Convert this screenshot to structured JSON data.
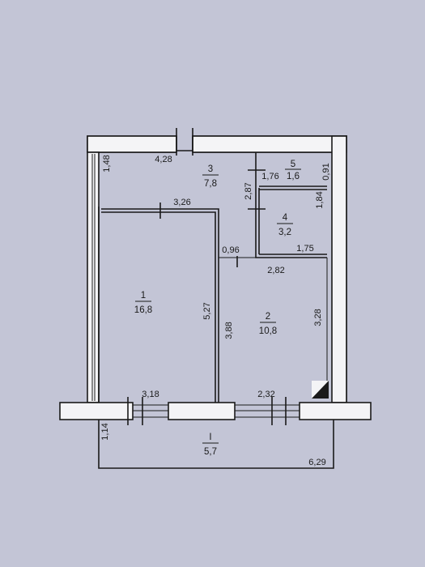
{
  "rooms": [
    {
      "number": "1",
      "area": "16,8"
    },
    {
      "number": "2",
      "area": "10,8"
    },
    {
      "number": "3",
      "area": "7,8"
    },
    {
      "number": "4",
      "area": "3,2"
    },
    {
      "number": "5",
      "area": "1,6"
    },
    {
      "number": "I",
      "area": "5,7"
    }
  ],
  "dimensions": {
    "top_width": "4,28",
    "left_upper": "1,48",
    "room1_width": "3,26",
    "room1_height": "5,27",
    "partition_height": "3,88",
    "door_gap": "0,96",
    "room2_width": "2,82",
    "room2_height": "3,28",
    "room4_width": "1,75",
    "room4_height": "1,84",
    "room5_width": "1,76",
    "room5_height": "0,91",
    "corridor_height": "2,87",
    "window_left": "3,18",
    "window_right": "2,32",
    "balcony_depth": "1,14",
    "balcony_width": "6,29"
  },
  "colors": {
    "background": "#c3c5d6",
    "wall_fill": "#f4f4f6",
    "line": "#1a1a1a"
  }
}
